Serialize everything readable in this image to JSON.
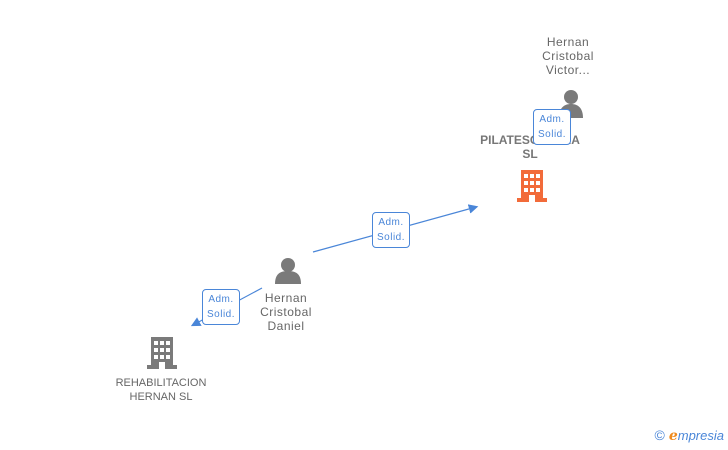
{
  "nodes": {
    "person_top": {
      "lines": [
        "Hernan",
        "Cristobal",
        "Victor..."
      ]
    },
    "company_main": {
      "lines": [
        "PILATESCENTRA",
        "SL"
      ]
    },
    "person_mid": {
      "lines": [
        "Hernan",
        "Cristobal",
        "Daniel"
      ]
    },
    "company_bottom": {
      "lines": [
        "REHABILITACION",
        "HERNAN SL"
      ]
    }
  },
  "badges": {
    "top": [
      "Adm.",
      "Solid."
    ],
    "middle": [
      "Adm.",
      "Solid."
    ],
    "bottom": [
      "Adm.",
      "Solid."
    ]
  },
  "colors": {
    "main_company": "#f26b3a",
    "other_company": "#7a7a7a",
    "person": "#7a7a7a",
    "edge": "#4a86d8"
  },
  "brand": {
    "copyright": "©",
    "initial": "e",
    "rest": "mpresia"
  }
}
